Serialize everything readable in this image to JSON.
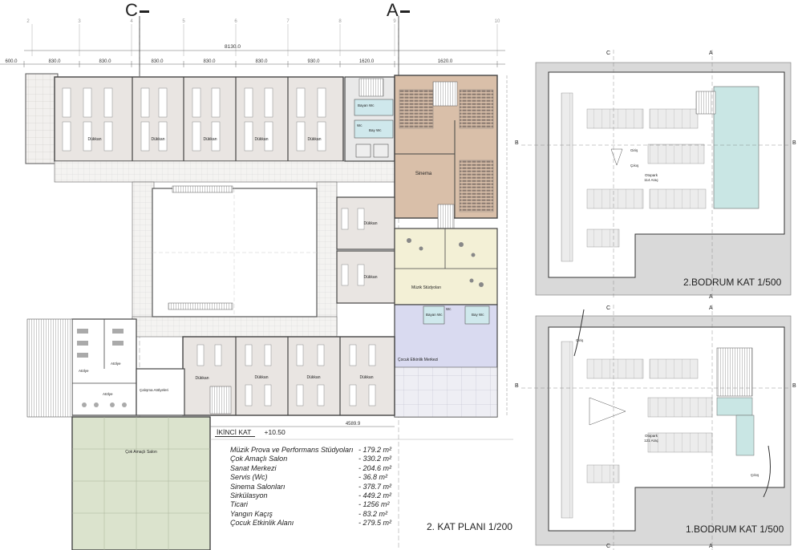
{
  "section_marks": {
    "c": "C",
    "a": "A"
  },
  "grid_numbers": [
    "2",
    "3",
    "4",
    "5",
    "6",
    "7",
    "8",
    "9",
    "10"
  ],
  "dimensions": {
    "overall": "8130.0",
    "segments": [
      "600.0",
      "830.0",
      "830.0",
      "830.0",
      "830.0",
      "830.0",
      "930.0",
      "1620.0"
    ],
    "bottom": "4589.9"
  },
  "main_plan": {
    "title": "2. KAT PLANI 1/200",
    "level_label": "İKİNCİ KAT",
    "level_value": "+10.50",
    "rooms": {
      "dukkan": "Dükkan",
      "sinema": "Sinema",
      "bayan_wc": "Bayan Wc",
      "bay_wc": "Bay Wc",
      "wc": "Wc",
      "muzik": "Müzik Stüdyoları",
      "cocuk": "Çocuk Etkinlik Merkezi",
      "atolye": "Atölye",
      "calisma": "Çalışma Atölyeleri",
      "cok_amacli": "Çok Amaçlı Salon"
    },
    "colors": {
      "cinema": "#d9bfa9",
      "music": "#f3f0d6",
      "children": "#d9daf0",
      "wc": "#cfe8ec",
      "multi": "#dbe3cd",
      "shop": "#e9e5e2"
    }
  },
  "areas": [
    {
      "label": "Müzik  Prova ve Performans  Stüdyoları",
      "value": "- 179.2 m²"
    },
    {
      "label": "Çok Amaçlı Salon",
      "value": "- 330.2 m²"
    },
    {
      "label": "Sanat Merkezi",
      "value": "- 204.6 m²"
    },
    {
      "label": "Servis (Wc)",
      "value": "- 36.8 m²"
    },
    {
      "label": "Sinema Salonları",
      "value": "- 378.7 m²"
    },
    {
      "label": "Sirkülasyon",
      "value": "- 449.2 m²"
    },
    {
      "label": "Ticari",
      "value": "- 1256 m²"
    },
    {
      "label": "Yangın Kaçış",
      "value": "- 83.2 m²"
    },
    {
      "label": "Çocuk Etkinlik Alanı",
      "value": "- 279.5 m²"
    }
  ],
  "basement2": {
    "title": "2.BODRUM KAT 1/500",
    "parking": "Otopark",
    "count": "114 Araç",
    "giris": "Giriş",
    "cikis": "Çıkış"
  },
  "basement1": {
    "title": "1.BODRUM KAT 1/500",
    "parking": "Otopark",
    "count": "121 Araç",
    "giris": "Giriş",
    "cikis": "Çıkış"
  },
  "axis_labels": {
    "a": "A",
    "b": "B",
    "c": "C"
  }
}
